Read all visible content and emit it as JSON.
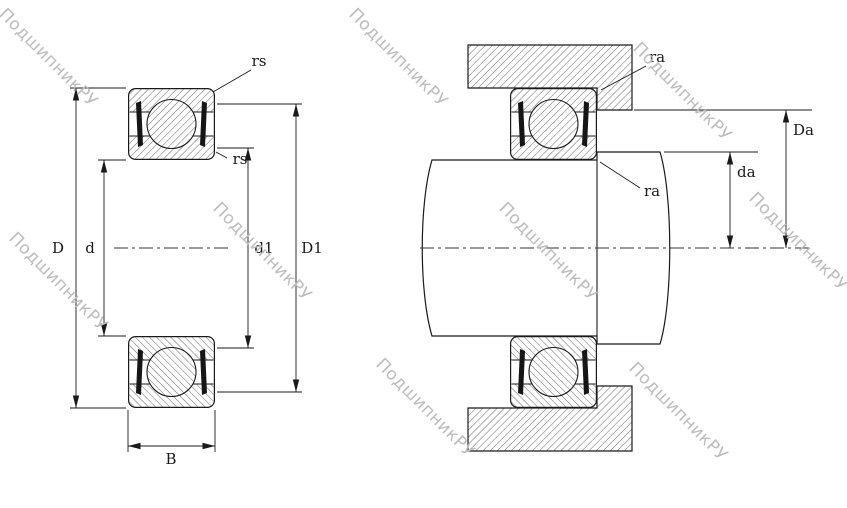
{
  "watermark": {
    "text": "ПодшипникРУ"
  },
  "left_view": {
    "description": "bearing cross-section with boundary dimensions",
    "labels": {
      "rs_top": "rs",
      "rs_inner": "rs",
      "D": "D",
      "d": "d",
      "d1": "d1",
      "D1": "D1",
      "B": "B"
    }
  },
  "right_view": {
    "description": "bearing mounted on shaft in housing with abutment dimensions",
    "labels": {
      "ra_top": "ra",
      "ra_shaft": "ra",
      "Da": "Da",
      "da": "da"
    }
  },
  "colors": {
    "background": "#ffffff",
    "line": "#1a1a1a",
    "hatch": "#444444",
    "seal": "#151515",
    "watermark": "#bdbdbd"
  }
}
